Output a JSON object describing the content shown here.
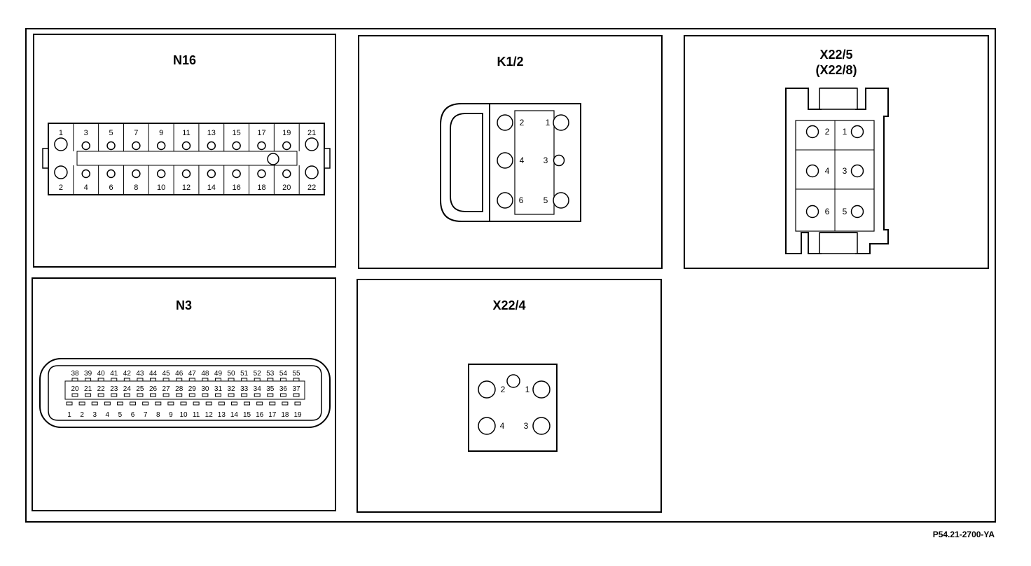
{
  "connectors": {
    "n16": {
      "label": "N16",
      "top_pins": [
        "1",
        "3",
        "5",
        "7",
        "9",
        "11",
        "13",
        "15",
        "17",
        "19",
        "21"
      ],
      "bottom_pins": [
        "2",
        "4",
        "6",
        "8",
        "10",
        "12",
        "14",
        "16",
        "18",
        "20",
        "22"
      ]
    },
    "k12": {
      "label": "K1/2",
      "pins": [
        "1",
        "2",
        "3",
        "4",
        "5",
        "6"
      ]
    },
    "x225": {
      "label": "X22/5",
      "sublabel": "(X22/8)",
      "pins": [
        "1",
        "2",
        "3",
        "4",
        "5",
        "6"
      ]
    },
    "n3": {
      "label": "N3",
      "row_top": [
        "38",
        "39",
        "40",
        "41",
        "42",
        "43",
        "44",
        "45",
        "46",
        "47",
        "48",
        "49",
        "50",
        "51",
        "52",
        "53",
        "54",
        "55"
      ],
      "row_middle": [
        "20",
        "21",
        "22",
        "23",
        "24",
        "25",
        "26",
        "27",
        "28",
        "29",
        "30",
        "31",
        "32",
        "33",
        "34",
        "35",
        "36",
        "37"
      ],
      "row_bottom": [
        "1",
        "2",
        "3",
        "4",
        "5",
        "6",
        "7",
        "8",
        "9",
        "10",
        "11",
        "12",
        "13",
        "14",
        "15",
        "16",
        "17",
        "18",
        "19"
      ]
    },
    "x224": {
      "label": "X22/4",
      "pins": [
        "1",
        "2",
        "3",
        "4"
      ]
    }
  },
  "figure_ref": "P54.21-2700-YA"
}
